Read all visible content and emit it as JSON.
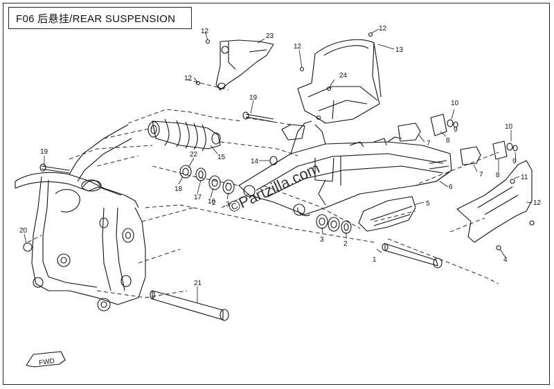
{
  "title": "F06 后悬挂/REAR SUSPENSION",
  "watermark": "©Partzilla.com",
  "fwd_label": "FWD",
  "callouts": [
    "1",
    "2",
    "2",
    "3",
    "3",
    "4",
    "5",
    "6",
    "7",
    "7",
    "8",
    "8",
    "9",
    "9",
    "10",
    "10",
    "11",
    "12",
    "12",
    "12",
    "12",
    "12",
    "13",
    "14",
    "15",
    "16",
    "17",
    "18",
    "19",
    "19",
    "20",
    "21",
    "22",
    "23",
    "24"
  ]
}
